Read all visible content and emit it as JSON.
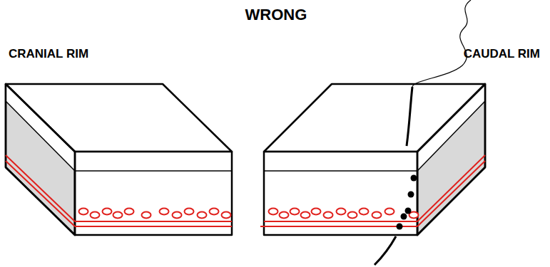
{
  "diagram": {
    "title": "WRONG",
    "labels": [
      "CRANIAL RIM",
      "CAUDAL RIM"
    ]
  }
}
